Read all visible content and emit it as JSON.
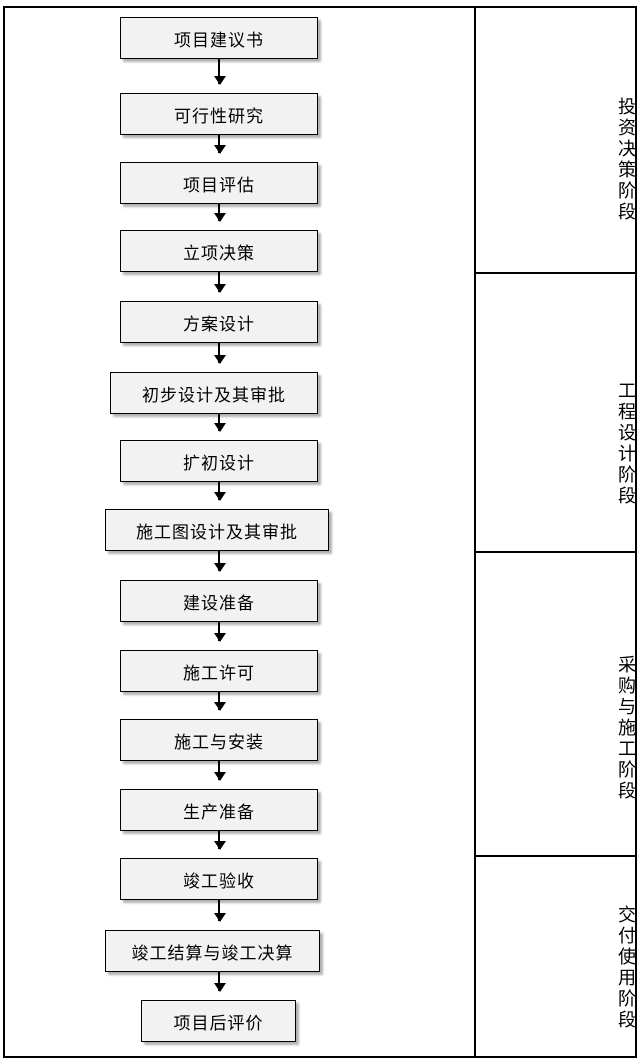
{
  "diagram": {
    "type": "flowchart",
    "orientation": "vertical",
    "nodes": [
      {
        "id": "n1",
        "label": "项目建议书"
      },
      {
        "id": "n2",
        "label": "可行性研究"
      },
      {
        "id": "n3",
        "label": "项目评估"
      },
      {
        "id": "n4",
        "label": "立项决策"
      },
      {
        "id": "n5",
        "label": "方案设计"
      },
      {
        "id": "n6",
        "label": "初步设计及其审批"
      },
      {
        "id": "n7",
        "label": "扩初设计"
      },
      {
        "id": "n8",
        "label": "施工图设计及其审批"
      },
      {
        "id": "n9",
        "label": "建设准备"
      },
      {
        "id": "n10",
        "label": "施工许可"
      },
      {
        "id": "n11",
        "label": "施工与安装"
      },
      {
        "id": "n12",
        "label": "生产准备"
      },
      {
        "id": "n13",
        "label": "竣工验收"
      },
      {
        "id": "n14",
        "label": "竣工结算与竣工决算"
      },
      {
        "id": "n15",
        "label": "项目后评价"
      }
    ],
    "phases": [
      {
        "id": "p1",
        "label": "投资决策阶段"
      },
      {
        "id": "p2",
        "label": "工程设计阶段"
      },
      {
        "id": "p3",
        "label": "采购与施工阶段"
      },
      {
        "id": "p4",
        "label": "交付使用阶段"
      }
    ],
    "colors": {
      "node_fill": "#f2f2f2",
      "node_border": "#000000",
      "line": "#000000",
      "background": "#ffffff"
    }
  }
}
